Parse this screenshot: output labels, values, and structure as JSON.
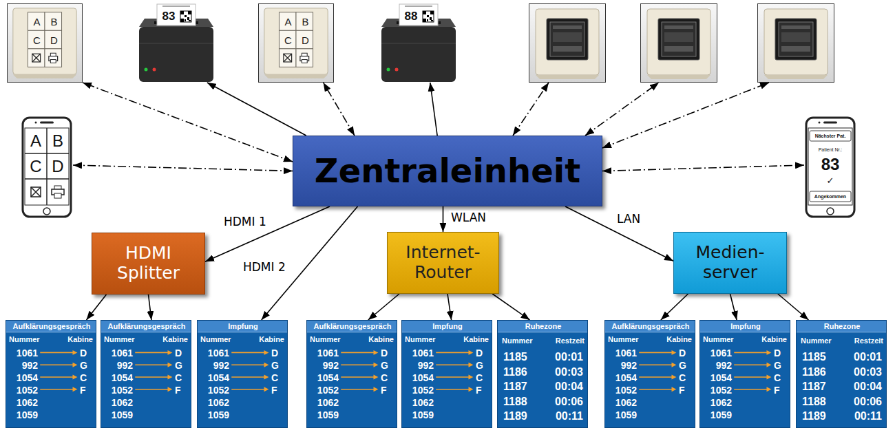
{
  "diagram": {
    "nodes": [
      {
        "text": [
          "A",
          "B",
          "C",
          "D"
        ]
      },
      {
        "text": [
          "83"
        ]
      },
      {
        "text": [
          "A",
          "B",
          "C",
          "D"
        ]
      },
      {
        "text": [
          "88"
        ]
      },
      {
        "text": [
          "A",
          "B",
          "C",
          "D"
        ]
      },
      {
        "text": [
          "Zentraleinheit"
        ]
      },
      {
        "text": [
          "Nächster Pat.",
          "Patient Nr.:",
          "83",
          "✓",
          "Angekommen"
        ]
      },
      {
        "text": [
          "HDMI Splitter"
        ]
      },
      {
        "text": [
          "Internet- Router"
        ]
      },
      {
        "text": [
          "Medien- server"
        ]
      },
      {
        "text": [
          "Aufklärungsgespräch",
          "Nummer",
          "Kabine",
          "1061",
          "D",
          "992",
          "G",
          "1054",
          "C",
          "1052",
          "F",
          "1062",
          "1059"
        ]
      },
      {
        "text": [
          "Aufklärungsgespräch",
          "Nummer",
          "Kabine",
          "1061",
          "D",
          "992",
          "G",
          "1054",
          "C",
          "1052",
          "F",
          "1062",
          "1059"
        ]
      },
      {
        "text": [
          "Impfung",
          "Nummer",
          "Kabine",
          "1061",
          "D",
          "992",
          "G",
          "1054",
          "C",
          "1052",
          "F",
          "1062",
          "1059"
        ]
      },
      {
        "text": [
          "Aufklärungsgespräch",
          "Nummer",
          "Kabine",
          "1061",
          "D",
          "992",
          "G",
          "1054",
          "C",
          "1052",
          "F",
          "1062",
          "1059"
        ]
      },
      {
        "text": [
          "Impfung",
          "Nummer",
          "Kabine",
          "1061",
          "D",
          "992",
          "G",
          "1054",
          "C",
          "1052",
          "F",
          "1062",
          "1059"
        ]
      },
      {
        "text": [
          "Ruhezone",
          "Nummer",
          "Restzeit",
          "1185",
          "00:01",
          "1186",
          "00:03",
          "1187",
          "00:04",
          "1188",
          "00:06",
          "1189",
          "00:11"
        ]
      },
      {
        "text": [
          "Aufklärungsgespräch",
          "Nummer",
          "Kabine",
          "1061",
          "D",
          "992",
          "G",
          "1054",
          "C",
          "1052",
          "F",
          "1062",
          "1059"
        ]
      },
      {
        "text": [
          "Impfung",
          "Nummer",
          "Kabine",
          "1061",
          "D",
          "992",
          "G",
          "1054",
          "C",
          "1052",
          "F",
          "1062",
          "1059"
        ]
      },
      {
        "text": [
          "Ruhezone",
          "Nummer",
          "Restzeit",
          "1185",
          "00:01",
          "1186",
          "00:03",
          "1187",
          "00:04",
          "1188",
          "00:06",
          "1189",
          "00:11"
        ]
      }
    ],
    "edges": [
      {
        "from": 5,
        "to": 0,
        "arrow": "both"
      },
      {
        "from": 5,
        "to": 1,
        "arrow": "to"
      },
      {
        "from": 5,
        "to": 2,
        "arrow": "both"
      },
      {
        "from": 5,
        "to": 3,
        "arrow": "to"
      },
      {
        "from": 5,
        "to": 4,
        "arrow": "both"
      },
      {
        "from": 5,
        "to": 6,
        "arrow": "both"
      },
      {
        "from": 5,
        "to": 7,
        "label": "HDMI 1",
        "arrow": "to"
      },
      {
        "from": 5,
        "to": 12,
        "label": "HDMI 2",
        "arrow": "to"
      },
      {
        "from": 5,
        "to": 8,
        "label": "WLAN",
        "arrow": "to"
      },
      {
        "from": 5,
        "to": 9,
        "label": "LAN",
        "arrow": "to"
      },
      {
        "from": 7,
        "to": 10,
        "arrow": "to"
      },
      {
        "from": 7,
        "to": 11,
        "arrow": "to"
      },
      {
        "from": 8,
        "to": 13,
        "arrow": "to"
      },
      {
        "from": 8,
        "to": 14,
        "arrow": "to"
      },
      {
        "from": 8,
        "to": 15,
        "arrow": "to"
      },
      {
        "from": 9,
        "to": 16,
        "arrow": "to"
      },
      {
        "from": 9,
        "to": 17,
        "arrow": "to"
      },
      {
        "from": 9,
        "to": 18,
        "arrow": "to"
      }
    ]
  }
}
